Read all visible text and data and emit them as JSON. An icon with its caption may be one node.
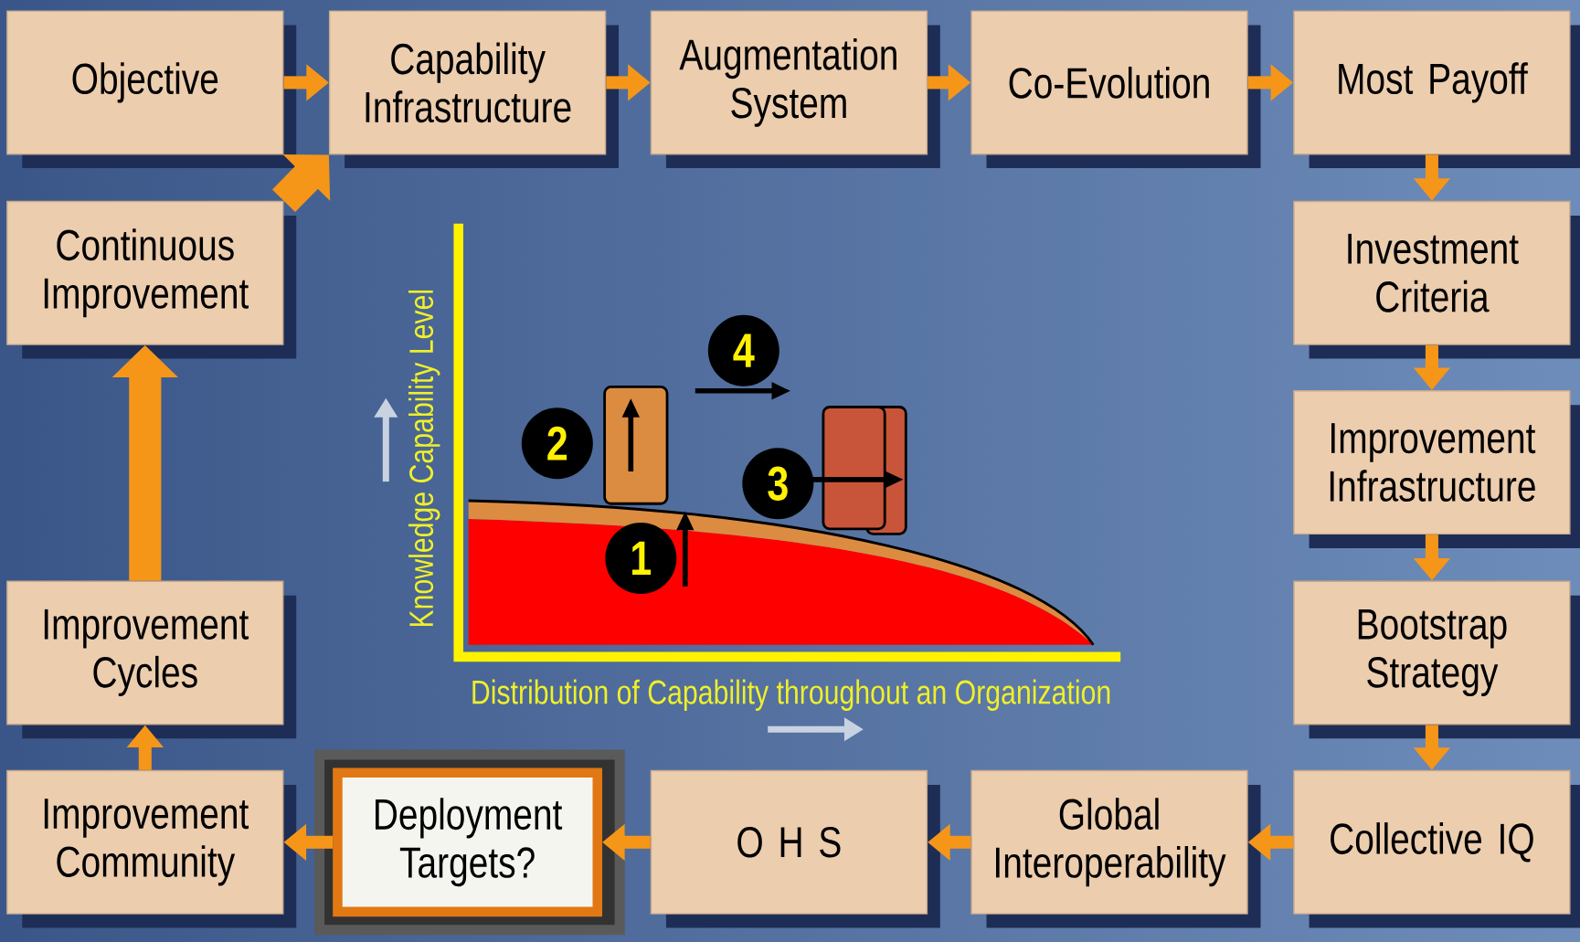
{
  "diagram": {
    "nodes": [
      {
        "text": [
          "Objective"
        ]
      },
      {
        "text": [
          "Capability Infrastructure"
        ]
      },
      {
        "text": [
          "Augmentation System"
        ]
      },
      {
        "text": [
          "Co-Evolution"
        ]
      },
      {
        "text": [
          "Most Payoff"
        ]
      },
      {
        "text": [
          "Continuous Improvement"
        ]
      },
      {
        "text": [
          "Investment Criteria"
        ]
      },
      {
        "text": [
          "Improvement Infrastructure"
        ]
      },
      {
        "text": [
          "Improvement Cycles"
        ]
      },
      {
        "text": [
          "Bootstrap Strategy"
        ]
      },
      {
        "text": [
          "Improvement Community"
        ]
      },
      {
        "text": [
          "Deployment Targets?"
        ]
      },
      {
        "text": [
          "O H S"
        ]
      },
      {
        "text": [
          "Global Interoperability"
        ]
      },
      {
        "text": [
          "Collective IQ"
        ]
      }
    ],
    "edges": [
      {
        "from": 0,
        "to": 1,
        "arrow": "to"
      },
      {
        "from": 1,
        "to": 2,
        "arrow": "to"
      },
      {
        "from": 2,
        "to": 3,
        "arrow": "to"
      },
      {
        "from": 3,
        "to": 4,
        "arrow": "to"
      },
      {
        "from": 4,
        "to": 6,
        "arrow": "to"
      },
      {
        "from": 6,
        "to": 7,
        "arrow": "to"
      },
      {
        "from": 7,
        "to": 9,
        "arrow": "to"
      },
      {
        "from": 9,
        "to": 14,
        "arrow": "to"
      },
      {
        "from": 14,
        "to": 13,
        "arrow": "to"
      },
      {
        "from": 13,
        "to": 12,
        "arrow": "to"
      },
      {
        "from": 12,
        "to": 11,
        "arrow": "to"
      },
      {
        "from": 11,
        "to": 10,
        "arrow": "to"
      },
      {
        "from": 10,
        "to": 8,
        "arrow": "to"
      },
      {
        "from": 8,
        "to": 5,
        "arrow": "to",
        "style": "thick"
      },
      {
        "from": 5,
        "to": 1,
        "arrow": "to",
        "style": "thick"
      }
    ],
    "labels": [
      "4",
      "2",
      "3",
      "1",
      "Knowledge Capability Level",
      "Distribution of Capability throughout an Organization"
    ]
  }
}
